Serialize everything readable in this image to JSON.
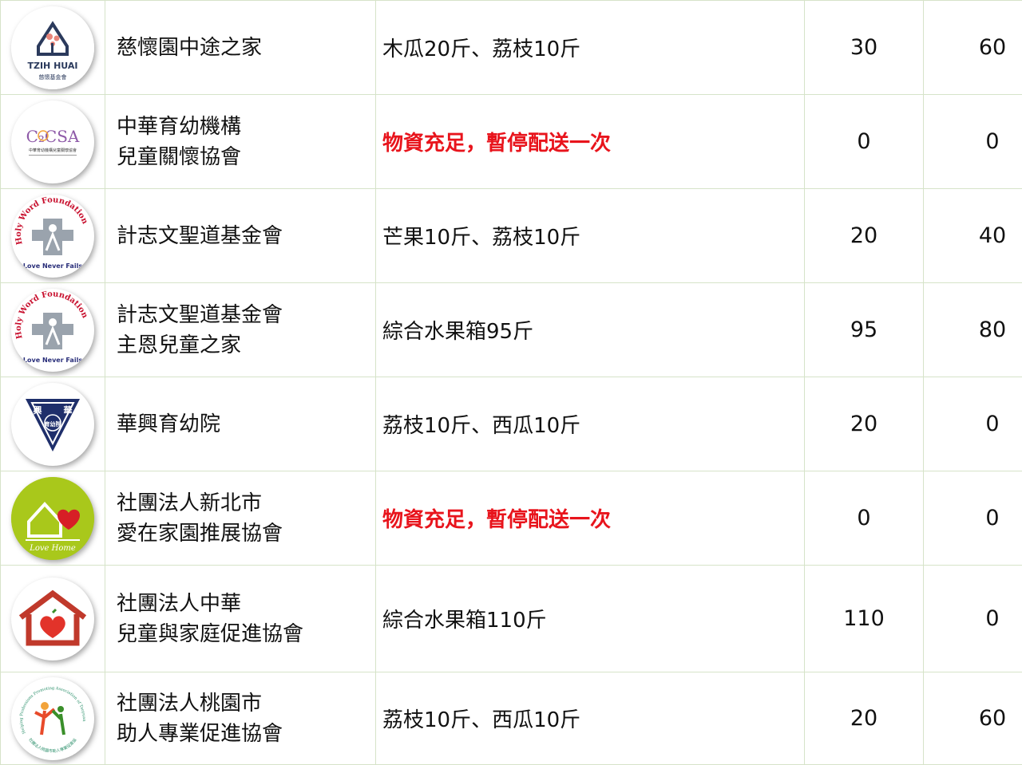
{
  "rows": [
    {
      "logo_icon": "tzih-huai-logo-icon",
      "logo_text_1": "TZIH HUAI",
      "logo_text_2": "慈懷基金會",
      "name_lines": [
        "慈懷園中途之家"
      ],
      "items": "木瓜20斤、荔枝10斤",
      "items_alert": false,
      "qty1": "30",
      "qty2": "60"
    },
    {
      "logo_icon": "cccsa-logo-icon",
      "logo_text_1": "C₂CSA",
      "logo_text_2": "中華育幼機構兒童關懷協會",
      "name_lines": [
        "中華育幼機構",
        "兒童關懷協會"
      ],
      "items": "物資充足，暫停配送一次",
      "items_alert": true,
      "qty1": "0",
      "qty2": "0"
    },
    {
      "logo_icon": "holy-word-logo-icon",
      "logo_text_1": "Holy Word Foundation",
      "logo_text_2": "Love Never Fails",
      "name_lines": [
        "計志文聖道基金會"
      ],
      "items": "芒果10斤、荔枝10斤",
      "items_alert": false,
      "qty1": "20",
      "qty2": "40"
    },
    {
      "logo_icon": "holy-word-logo-icon",
      "logo_text_1": "Holy Word Foundation",
      "logo_text_2": "Love Never Fails",
      "name_lines": [
        "計志文聖道基金會",
        "主恩兒童之家"
      ],
      "items": "綜合水果箱95斤",
      "items_alert": false,
      "qty1": "95",
      "qty2": "80"
    },
    {
      "logo_icon": "hua-hsing-logo-icon",
      "logo_text_1": "興",
      "logo_text_2": "華",
      "logo_text_3": "育幼院",
      "name_lines": [
        "華興育幼院"
      ],
      "items": "荔枝10斤、西瓜10斤",
      "items_alert": false,
      "qty1": "20",
      "qty2": "0"
    },
    {
      "logo_icon": "love-home-logo-icon",
      "logo_text_1": "Love Home",
      "name_lines": [
        "社團法人新北市",
        "愛在家園推展協會"
      ],
      "items": "物資充足，暫停配送一次",
      "items_alert": true,
      "qty1": "0",
      "qty2": "0"
    },
    {
      "logo_icon": "house-heart-logo-icon",
      "name_lines": [
        "社團法人中華",
        "兒童與家庭促進協會"
      ],
      "items": "綜合水果箱110斤",
      "items_alert": false,
      "qty1": "110",
      "qty2": "0"
    },
    {
      "logo_icon": "helping-professions-logo-icon",
      "logo_text_1": "Helping Professions Promoting Association of Taoyuan",
      "logo_text_2": "社團法人桃園市助人專業促進協會",
      "name_lines": [
        "社團法人桃園市",
        "助人專業促進協會"
      ],
      "items": "荔枝10斤、西瓜10斤",
      "items_alert": false,
      "qty1": "20",
      "qty2": "60"
    }
  ],
  "colors": {
    "border": "#d6e3c9",
    "alert": "#e8141c",
    "tzih_navy": "#2b3a5c",
    "holy_red": "#c8102e",
    "hua_navy": "#1f2f6b",
    "love_green": "#a9c81b",
    "house_red": "#c0392b"
  }
}
